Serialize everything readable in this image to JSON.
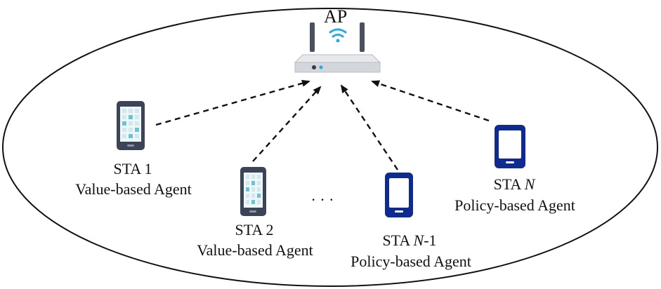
{
  "ap": {
    "label": "AP"
  },
  "stations": [
    {
      "name_prefix": "STA ",
      "name_index": "1",
      "name_suffix": "",
      "agent": "Value-based Agent",
      "device": "tablet-phone"
    },
    {
      "name_prefix": "STA ",
      "name_index": "2",
      "name_suffix": "",
      "agent": "Value-based Agent",
      "device": "tablet-phone"
    },
    {
      "name_prefix": "STA ",
      "name_index": "N",
      "name_suffix": "-1",
      "agent": "Policy-based Agent",
      "device": "smartphone"
    },
    {
      "name_prefix": "STA ",
      "name_index": "N",
      "name_suffix": "",
      "agent": "Policy-based Agent",
      "device": "smartphone"
    }
  ],
  "ellipsis": "· · ·",
  "colors": {
    "gray_device": "#3c4458",
    "screen_tile_light": "#cfe9ef",
    "screen_tile_accent": "#6ac4d6",
    "blue_device": "#0f2b8f",
    "wifi_blue": "#29a9e0",
    "router_body": "#d3d6da"
  }
}
